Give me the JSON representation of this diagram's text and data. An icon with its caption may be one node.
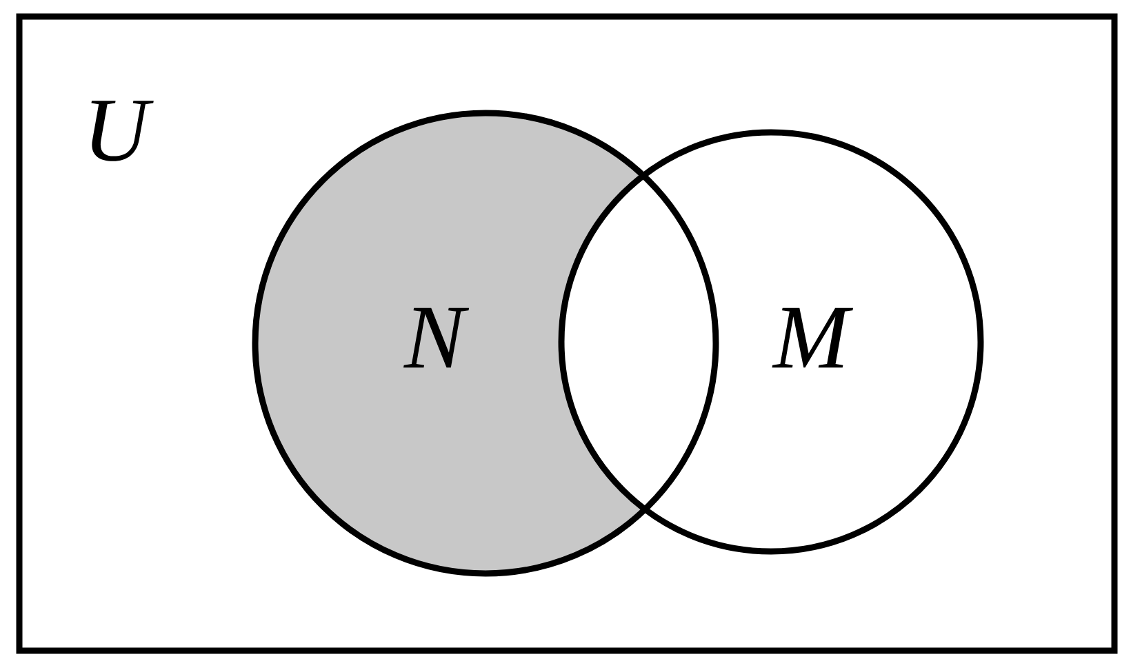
{
  "diagram": {
    "nodes": [
      {
        "text": [
          "U"
        ]
      },
      {
        "text": [
          "N"
        ],
        "in": 0
      },
      {
        "text": [
          "M"
        ],
        "in": 0
      }
    ]
  }
}
